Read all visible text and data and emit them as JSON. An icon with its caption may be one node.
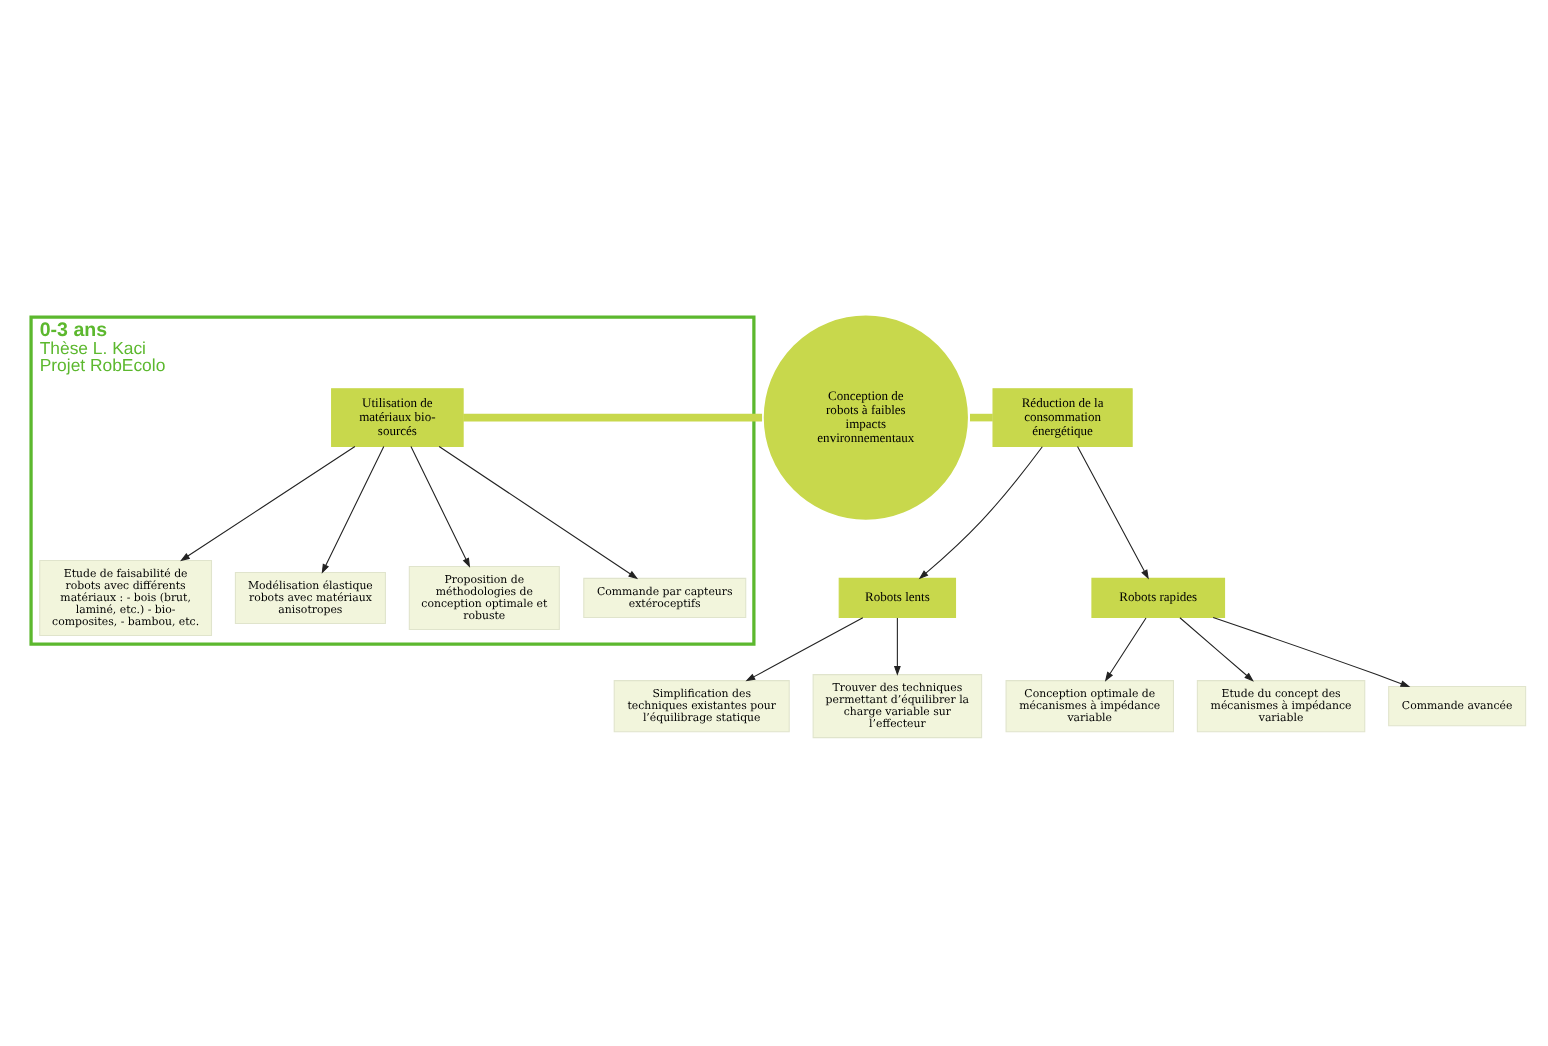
{
  "diagram": {
    "nodes": [
      {
        "text": [
          "0-3 ans",
          "Thèse L. Kaci",
          "Projet RobEcolo"
        ]
      },
      {
        "text": [
          "Etude de faisabilité de robots avec différents matériaux : - bois (brut, laminé, etc.) - bio-composites, - bambou, etc."
        ],
        "in": 0
      },
      {
        "text": [
          "Modélisation élastique robots avec matériaux anisotropes"
        ],
        "in": 0
      },
      {
        "text": [
          "Utilisation de matériaux bio-sourcés"
        ],
        "in": 0
      },
      {
        "text": [
          "Proposition de méthodologies de conception optimale et robuste"
        ],
        "in": 0
      },
      {
        "text": [
          "Commande par capteurs extéroceptifs"
        ],
        "in": 0
      },
      {
        "text": [
          "Conception de robots à faibles impacts environnementaux"
        ]
      },
      {
        "text": [
          "Simplification des techniques existantes pour l’équilibrage statique"
        ]
      },
      {
        "text": [
          "Trouver des techniques permettant d’équilibrer la charge variable sur l’effecteur"
        ]
      },
      {
        "text": [
          "Robots lents"
        ]
      },
      {
        "text": [
          "Réduction de la consommation énergétique"
        ]
      },
      {
        "text": [
          "Conception optimale de mécanismes à impédance variable"
        ]
      },
      {
        "text": [
          "Robots rapides"
        ]
      },
      {
        "text": [
          "Etude du concept des mécanismes à impédance variable"
        ]
      },
      {
        "text": [
          "Commande avancée"
        ]
      }
    ],
    "edges": [
      {
        "from": 3,
        "to": 6,
        "arrow": "none",
        "style": "thick",
        "color": "#c8d84c"
      },
      {
        "from": 6,
        "to": 10,
        "arrow": "none",
        "style": "thick",
        "color": "#c8d84c"
      },
      {
        "from": 3,
        "to": 1,
        "arrow": "to"
      },
      {
        "from": 3,
        "to": 2,
        "arrow": "to"
      },
      {
        "from": 3,
        "to": 4,
        "arrow": "to"
      },
      {
        "from": 3,
        "to": 5,
        "arrow": "to"
      },
      {
        "from": 10,
        "to": 9,
        "arrow": "to"
      },
      {
        "from": 9,
        "to": 7,
        "arrow": "to"
      },
      {
        "from": 9,
        "to": 8,
        "arrow": "to"
      },
      {
        "from": 10,
        "to": 12,
        "arrow": "to"
      },
      {
        "from": 12,
        "to": 11,
        "arrow": "to"
      },
      {
        "from": 12,
        "to": 13,
        "arrow": "to"
      },
      {
        "from": 12,
        "to": 14,
        "arrow": "to"
      }
    ]
  }
}
